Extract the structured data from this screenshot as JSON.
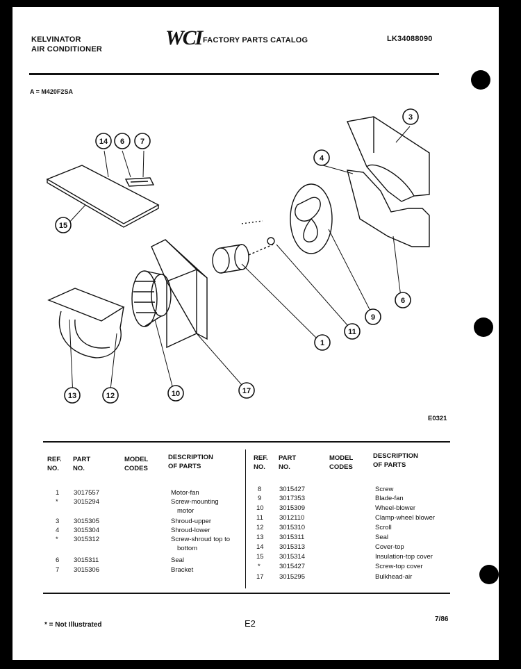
{
  "header": {
    "brand_line1": "KELVINATOR",
    "brand_line2": "AIR CONDITIONER",
    "logo": "WCI",
    "catalog_title": "FACTORY PARTS CATALOG",
    "catalog_number": "LK34088090"
  },
  "model_line": "A = M420F2SA",
  "diagram": {
    "figure_code": "E0321",
    "callouts": [
      "14",
      "6",
      "7",
      "15",
      "3",
      "4",
      "6",
      "9",
      "11",
      "1",
      "17",
      "10",
      "12",
      "13"
    ]
  },
  "table": {
    "left_headers": {
      "ref": "REF.\nNO.",
      "part": "PART\nNO.",
      "model": "MODEL\nCODES",
      "desc": "DESCRIPTION\nOF PARTS"
    },
    "right_headers": {
      "ref": "REF.\nNO.",
      "part": "PART\nNO.",
      "model": "MODEL\nCODES",
      "desc": "DESCRIPTION\nOF PARTS"
    },
    "left_rows": [
      {
        "ref": "1",
        "part": "3017557",
        "desc": "Motor-fan"
      },
      {
        "ref": "*",
        "part": "3015294",
        "desc": "Screw-mounting"
      },
      {
        "ref": "",
        "part": "",
        "desc": "motor"
      },
      {
        "ref": "3",
        "part": "3015305",
        "desc": "Shroud-upper"
      },
      {
        "ref": "4",
        "part": "3015304",
        "desc": "Shroud-lower"
      },
      {
        "ref": "*",
        "part": "3015312",
        "desc": "Screw-shroud top to"
      },
      {
        "ref": "",
        "part": "",
        "desc": "bottom"
      },
      {
        "ref": "6",
        "part": "3015311",
        "desc": "Seal"
      },
      {
        "ref": "7",
        "part": "3015306",
        "desc": "Bracket"
      }
    ],
    "right_rows": [
      {
        "ref": "8",
        "part": "3015427",
        "desc": "Screw"
      },
      {
        "ref": "9",
        "part": "3017353",
        "desc": "Blade-fan"
      },
      {
        "ref": "10",
        "part": "3015309",
        "desc": "Wheel-blower"
      },
      {
        "ref": "11",
        "part": "3012110",
        "desc": "Clamp-wheel blower"
      },
      {
        "ref": "12",
        "part": "3015310",
        "desc": "Scroll"
      },
      {
        "ref": "13",
        "part": "3015311",
        "desc": "Seal"
      },
      {
        "ref": "14",
        "part": "3015313",
        "desc": "Cover-top"
      },
      {
        "ref": "15",
        "part": "3015314",
        "desc": "Insulation-top cover"
      },
      {
        "ref": "*",
        "part": "3015427",
        "desc": "Screw-top cover"
      },
      {
        "ref": "17",
        "part": "3015295",
        "desc": "Bulkhead-air"
      }
    ]
  },
  "footer": {
    "note": "* = Not Illustrated",
    "page_code": "E2",
    "date": "7/86"
  }
}
